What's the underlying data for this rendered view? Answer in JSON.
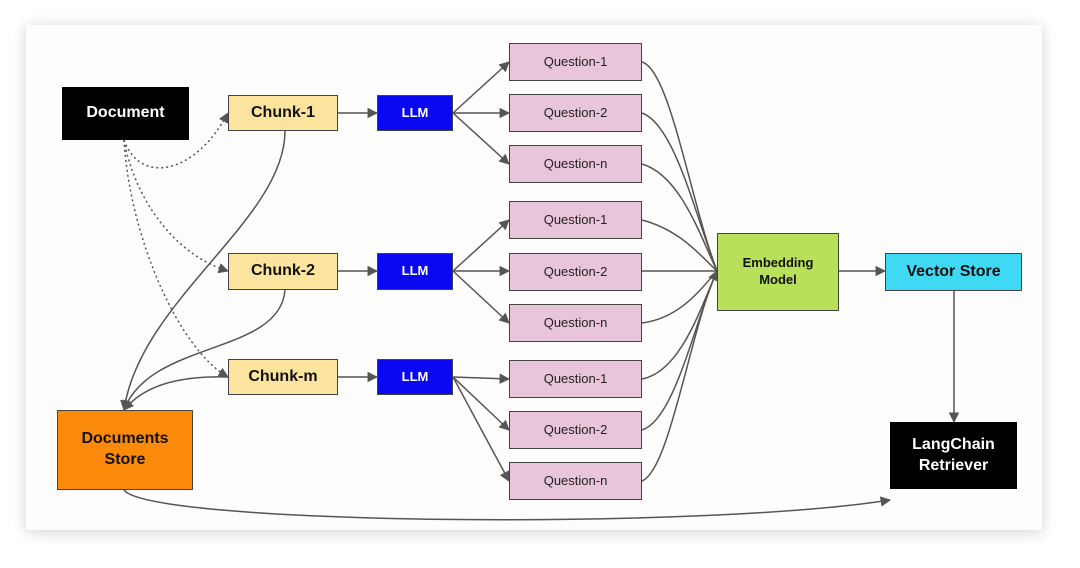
{
  "colors": {
    "black": "#000000",
    "chunk": "#fde49e",
    "llm": "#0a08f0",
    "question": "#e9c5d9",
    "embedding": "#b8e05a",
    "vector": "#3fd9f4",
    "docstore": "#fb8a0a",
    "edge": "#555555"
  },
  "nodes": {
    "document": "Document",
    "chunk1": "Chunk-1",
    "chunk2": "Chunk-2",
    "chunkm": "Chunk-m",
    "llm1": "LLM",
    "llm2": "LLM",
    "llm3": "LLM",
    "q1_1": "Question-1",
    "q1_2": "Question-2",
    "q1_n": "Question-n",
    "q2_1": "Question-1",
    "q2_2": "Question-2",
    "q2_n": "Question-n",
    "q3_1": "Question-1",
    "q3_2": "Question-2",
    "q3_n": "Question-n",
    "embedding_model": "Embedding Model",
    "vector_store": "Vector Store",
    "documents_store": "Documents Store",
    "retriever": "LangChain Retriever"
  }
}
